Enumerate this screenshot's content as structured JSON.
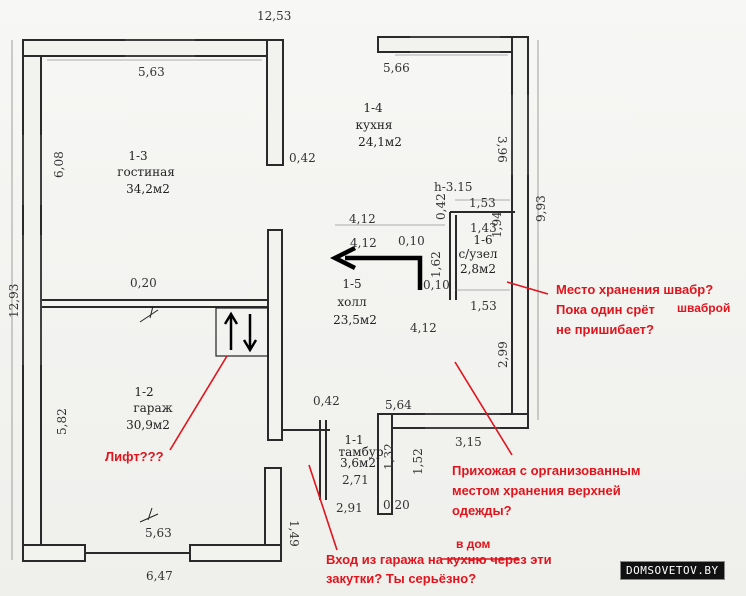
{
  "dimensions": {
    "top_total": "12,53",
    "left_top": "5,63",
    "right_top": "5,66",
    "kitchen_right": "3,96",
    "kitchen_partition": "0,42",
    "right_total": "9,93",
    "left_upper": "6,08",
    "left_total": "12,93",
    "left_lower": "5,82",
    "interior_wall": "0,20",
    "hall_width_a": "4,12",
    "hall_width_b": "4,12",
    "hall_width_c": "4,12",
    "wall_thin_a": "0,10",
    "wall_thin_b": "0,10",
    "bath_top": "1,53",
    "bath_width": "1,43",
    "bath_side": "1,94",
    "bath_height": "1,62",
    "bath_bottom": "1,53",
    "bath_wall": "0,42",
    "hall_right": "2,99",
    "entrance_top": "5,64",
    "entrance_bottom": "3,15",
    "vestibule_wall": "0,42",
    "vestibule_side_a": "1,32",
    "vestibule_side_b": "1,52",
    "vestibule_a": "2,71",
    "vestibule_b": "2,91",
    "vestibule_wall_b": "0,20",
    "garage_door": "1,49",
    "bottom_inner": "5,63",
    "bottom_total": "6,47",
    "ceiling": "h-3.15"
  },
  "rooms": {
    "living": {
      "code": "1-3",
      "name": "гостиная",
      "area": "34,2м2"
    },
    "kitchen": {
      "code": "1-4",
      "name": "кухня",
      "area": "24,1м2"
    },
    "bathroom": {
      "code": "1-6",
      "name": "с/узел",
      "area": "2,8м2"
    },
    "hall": {
      "code": "1-5",
      "name": "холл",
      "area": "23,5м2"
    },
    "garage": {
      "code": "1-2",
      "name": "гараж",
      "area": "30,9м2"
    },
    "vestibule": {
      "code": "1-1",
      "name": "тамбур",
      "area": "3,6м2"
    }
  },
  "annotations": {
    "mop_line1": "Место хранения швабр?",
    "mop_line2": "Пока один срёт",
    "mop_insert": "шваброй",
    "mop_line3": "не пришибает?",
    "lift": "Лифт???",
    "hallway_line1": "Прихожая с организованным",
    "hallway_line2": "местом хранения верхней",
    "hallway_line3": "одежды?",
    "entry_insert": "в дом",
    "entry_line1": "Вход из гаража на кухню через эти",
    "entry_line2": "закутки? Ты серьёзно?"
  },
  "colors": {
    "annotation": "#e0141c",
    "ink": "#222222"
  },
  "watermark": "DOMSOVETOV.BY"
}
